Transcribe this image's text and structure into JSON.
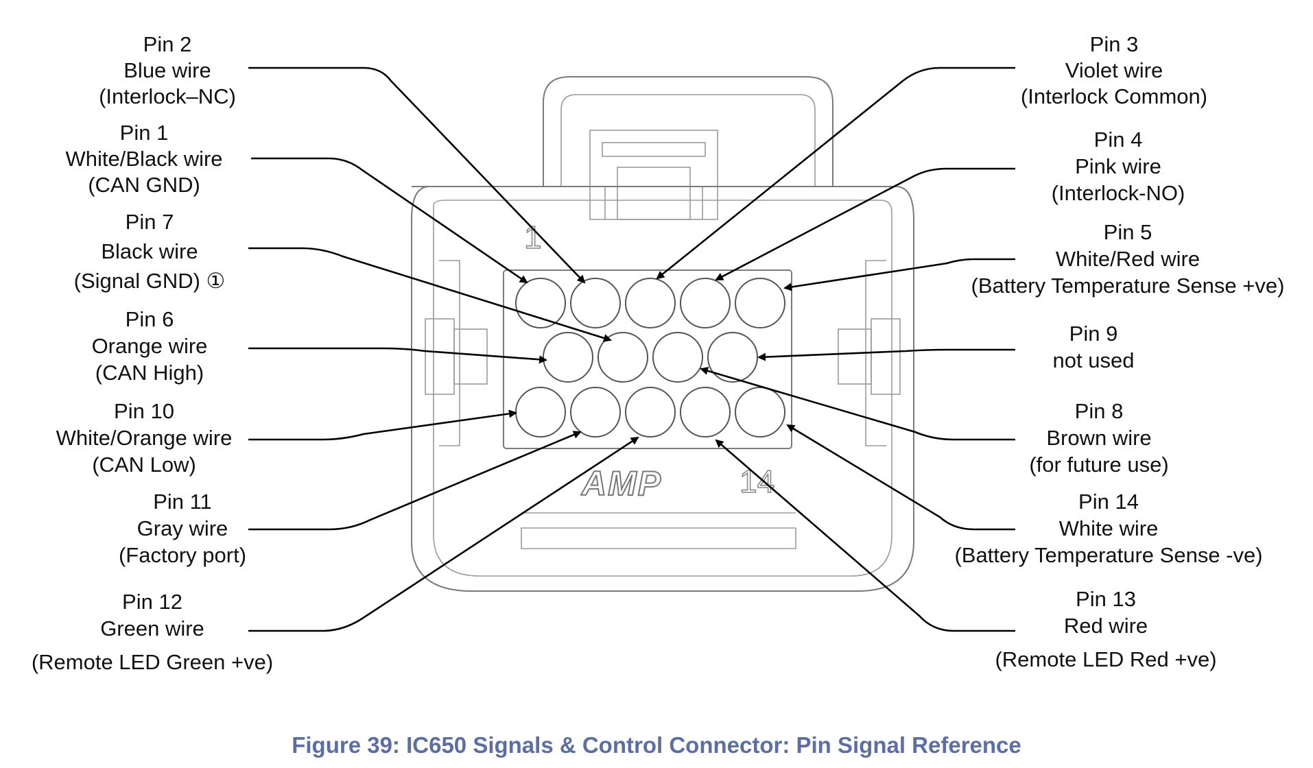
{
  "connector": {
    "brand": "AMP",
    "pin_mark_first": "1",
    "pin_mark_last": "14"
  },
  "labels": [
    {
      "id": "pin2",
      "lines": [
        "Pin 2",
        "Blue wire",
        "(Interlock–NC)"
      ]
    },
    {
      "id": "pin1",
      "lines": [
        "Pin 1",
        "White/Black wire",
        "(CAN GND)"
      ]
    },
    {
      "id": "pin7",
      "lines": [
        "Pin 7",
        "Black wire",
        "(Signal GND) ①"
      ]
    },
    {
      "id": "pin6",
      "lines": [
        "Pin 6",
        "Orange wire",
        "(CAN High)"
      ]
    },
    {
      "id": "pin10",
      "lines": [
        "Pin 10",
        "White/Orange wire",
        "(CAN Low)"
      ]
    },
    {
      "id": "pin11",
      "lines": [
        "Pin 11",
        "Gray wire",
        "(Factory port)"
      ]
    },
    {
      "id": "pin12",
      "lines": [
        "Pin 12",
        "Green wire",
        "(Remote LED Green +ve)"
      ]
    },
    {
      "id": "pin3",
      "lines": [
        "Pin 3",
        "Violet wire",
        "(Interlock Common)"
      ]
    },
    {
      "id": "pin4",
      "lines": [
        "Pin 4",
        "Pink wire",
        "(Interlock-NO)"
      ]
    },
    {
      "id": "pin5",
      "lines": [
        "Pin 5",
        "White/Red wire",
        "(Battery Temperature Sense +ve)"
      ]
    },
    {
      "id": "pin9",
      "lines": [
        "Pin 9",
        "not used"
      ]
    },
    {
      "id": "pin8",
      "lines": [
        "Pin 8",
        "Brown wire",
        "(for future use)"
      ]
    },
    {
      "id": "pin14",
      "lines": [
        "Pin 14",
        "White wire",
        "(Battery Temperature Sense -ve)"
      ]
    },
    {
      "id": "pin13",
      "lines": [
        "Pin 13",
        "Red wire",
        "(Remote LED Red +ve)"
      ]
    }
  ],
  "caption": "Figure 39: IC650 Signals & Control Connector: Pin Signal Reference",
  "colors": {
    "caption": "#5b6fa6",
    "leader": "#000000",
    "outline": "#7a7a7a"
  }
}
